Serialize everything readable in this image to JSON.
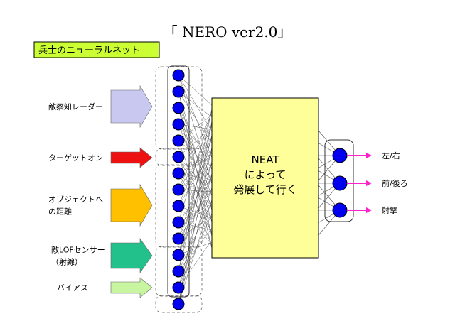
{
  "title": "「 NERO ver2.0」",
  "subtitle": "兵士のニューラルネット",
  "center_box": {
    "lines": [
      "NEAT",
      "によって",
      "発展して行く"
    ]
  },
  "inputs": [
    {
      "lines": [
        "敵察知レーダー"
      ],
      "color": "#c8c8f0",
      "nodes": 5
    },
    {
      "lines": [
        "ターゲットオン"
      ],
      "color": "#ee1111",
      "nodes": 1
    },
    {
      "lines": [
        "オブジェクトへ",
        "の距離"
      ],
      "color": "#ffc000",
      "nodes": 5
    },
    {
      "lines": [
        "敵LOFセンサー",
        "（射線）"
      ],
      "color": "#22c08a",
      "nodes": 3
    },
    {
      "lines": [
        "バイアス"
      ],
      "color": "#c8f5a0",
      "nodes": 1
    }
  ],
  "outputs": [
    {
      "label": "左/右"
    },
    {
      "label": "前/後ろ"
    },
    {
      "label": "射撃"
    }
  ],
  "colors": {
    "node": "#0000ee",
    "center_box": "#ffff99",
    "subtitle_bg": "#ccff33",
    "output_arrow": "#ff22cc"
  }
}
